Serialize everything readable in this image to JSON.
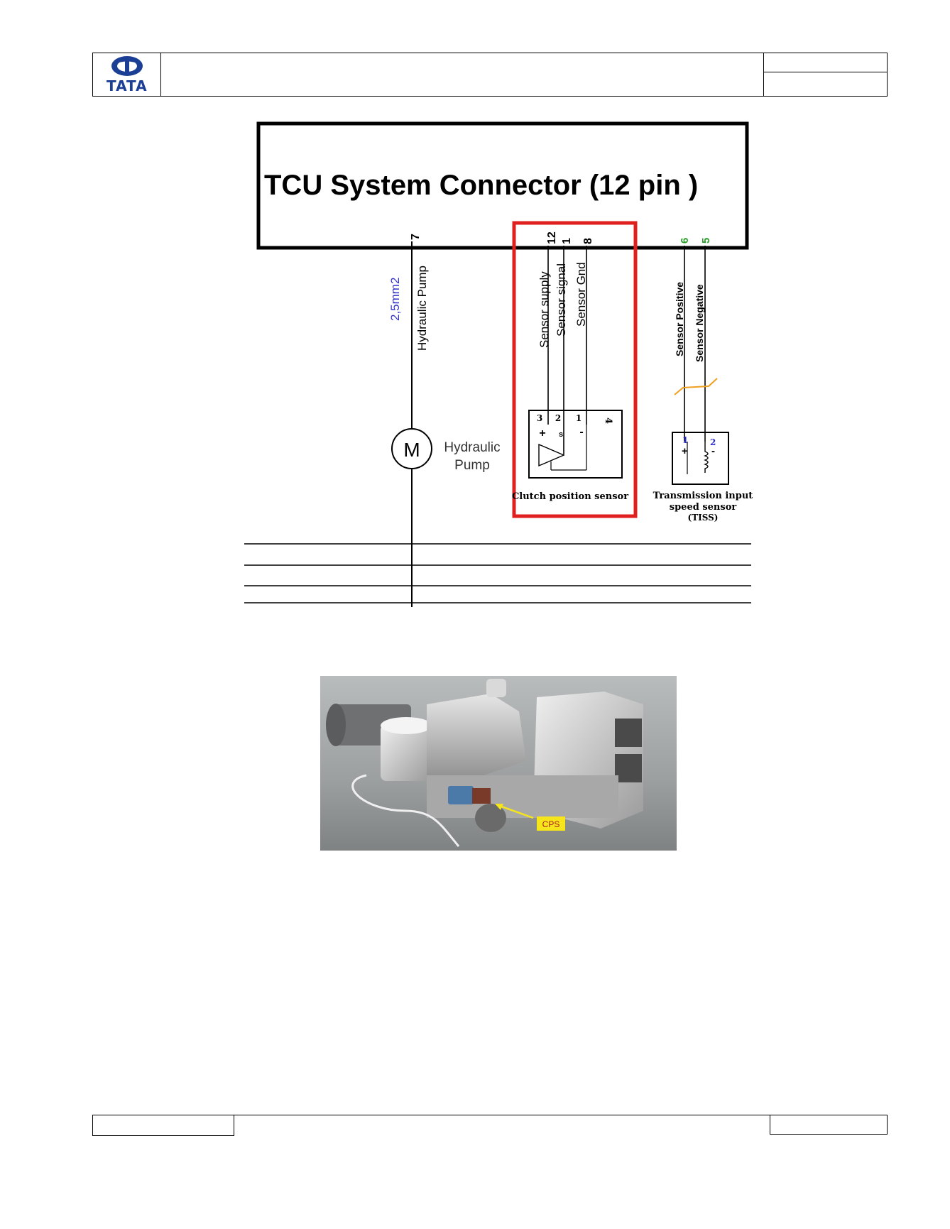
{
  "header": {
    "logo_text": "TATA"
  },
  "diagram": {
    "connector_title": "TCU  System Connector (12 pin )",
    "pump": {
      "pin": "7",
      "wire_size": "2,5mm2",
      "wire_label": "Hydraulic Pump",
      "motor_symbol": "M",
      "motor_label_line1": "Hydraulic",
      "motor_label_line2": "Pump"
    },
    "cps": {
      "pins_top": [
        "12",
        "1",
        "8"
      ],
      "wire_labels": [
        "Sensor supply",
        "Sensor signal",
        "Sensor Gnd"
      ],
      "box_pins": [
        "3",
        "2",
        "1",
        "4"
      ],
      "box_signs": [
        "+",
        "s",
        "-"
      ],
      "caption": "Clutch position sensor",
      "highlight_color": "#e0201e"
    },
    "tiss": {
      "pins_top": [
        "6",
        "5"
      ],
      "wire_labels": [
        "Sensor Positive",
        "Sensor Negative"
      ],
      "box_pins": [
        "1",
        "2"
      ],
      "box_signs": [
        "+",
        "-"
      ],
      "caption_line1": "Transmission input",
      "caption_line2": "speed sensor",
      "caption_line3": "(TISS)",
      "pin_color": "#2a9d2a"
    }
  },
  "photo": {
    "callout_label": "CPS",
    "callout_color": "#f5e51a"
  }
}
